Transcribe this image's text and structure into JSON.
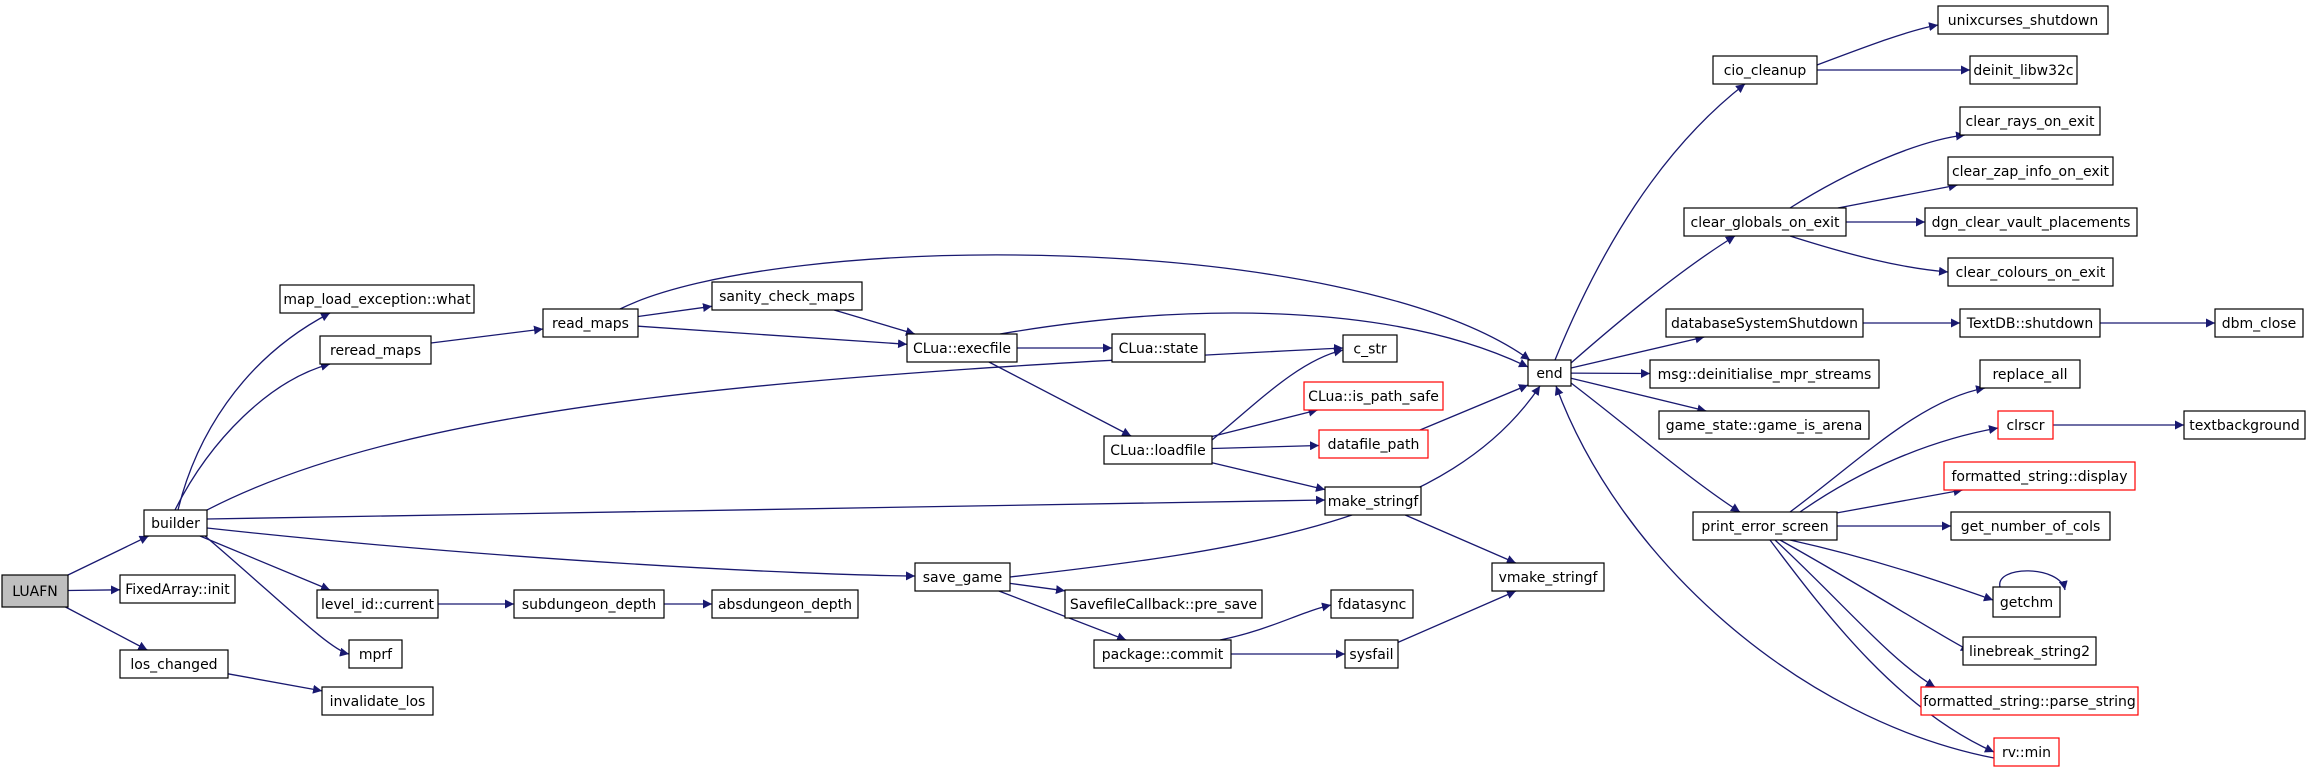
{
  "diagram": {
    "type": "call-graph",
    "nodes": [
      {
        "id": "LUAFN",
        "label": "LUAFN",
        "style": "root"
      },
      {
        "id": "builder",
        "label": "builder"
      },
      {
        "id": "fixedarray_init",
        "label": "FixedArray::init"
      },
      {
        "id": "los_changed",
        "label": "los_changed"
      },
      {
        "id": "invalidate_los",
        "label": "invalidate_los"
      },
      {
        "id": "map_load_exception_what",
        "label": "map_load_exception::what"
      },
      {
        "id": "reread_maps",
        "label": "reread_maps"
      },
      {
        "id": "read_maps",
        "label": "read_maps"
      },
      {
        "id": "sanity_check_maps",
        "label": "sanity_check_maps"
      },
      {
        "id": "clua_execfile",
        "label": "CLua::execfile"
      },
      {
        "id": "clua_state",
        "label": "CLua::state"
      },
      {
        "id": "clua_loadfile",
        "label": "CLua::loadfile"
      },
      {
        "id": "c_str",
        "label": "c_str"
      },
      {
        "id": "clua_is_path_safe",
        "label": "CLua::is_path_safe",
        "style": "red"
      },
      {
        "id": "datafile_path",
        "label": "datafile_path",
        "style": "red"
      },
      {
        "id": "make_stringf",
        "label": "make_stringf"
      },
      {
        "id": "vmake_stringf",
        "label": "vmake_stringf"
      },
      {
        "id": "save_game",
        "label": "save_game"
      },
      {
        "id": "savefilecallback_pre_save",
        "label": "SavefileCallback::pre_save"
      },
      {
        "id": "package_commit",
        "label": "package::commit"
      },
      {
        "id": "fdatasync",
        "label": "fdatasync"
      },
      {
        "id": "sysfail",
        "label": "sysfail"
      },
      {
        "id": "level_id_current",
        "label": "level_id::current"
      },
      {
        "id": "subdungeon_depth",
        "label": "subdungeon_depth"
      },
      {
        "id": "absdungeon_depth",
        "label": "absdungeon_depth"
      },
      {
        "id": "mprf",
        "label": "mprf"
      },
      {
        "id": "end",
        "label": "end"
      },
      {
        "id": "cio_cleanup",
        "label": "cio_cleanup"
      },
      {
        "id": "unixcurses_shutdown",
        "label": "unixcurses_shutdown"
      },
      {
        "id": "deinit_libw32c",
        "label": "deinit_libw32c"
      },
      {
        "id": "clear_globals_on_exit",
        "label": "clear_globals_on_exit"
      },
      {
        "id": "clear_rays_on_exit",
        "label": "clear_rays_on_exit"
      },
      {
        "id": "clear_zap_info_on_exit",
        "label": "clear_zap_info_on_exit"
      },
      {
        "id": "dgn_clear_vault_placements",
        "label": "dgn_clear_vault_placements"
      },
      {
        "id": "clear_colours_on_exit",
        "label": "clear_colours_on_exit"
      },
      {
        "id": "databasesystemshutdown",
        "label": "databaseSystemShutdown"
      },
      {
        "id": "textdb_shutdown",
        "label": "TextDB::shutdown"
      },
      {
        "id": "dbm_close",
        "label": "dbm_close"
      },
      {
        "id": "msg_deinit",
        "label": "msg::deinitialise_mpr_streams"
      },
      {
        "id": "game_state_is_arena",
        "label": "game_state::game_is_arena"
      },
      {
        "id": "print_error_screen",
        "label": "print_error_screen"
      },
      {
        "id": "replace_all",
        "label": "replace_all"
      },
      {
        "id": "clrscr",
        "label": "clrscr",
        "style": "red"
      },
      {
        "id": "textbackground",
        "label": "textbackground"
      },
      {
        "id": "fs_display",
        "label": "formatted_string::display",
        "style": "red"
      },
      {
        "id": "get_number_of_cols",
        "label": "get_number_of_cols"
      },
      {
        "id": "getchm",
        "label": "getchm"
      },
      {
        "id": "linebreak_string2",
        "label": "linebreak_string2"
      },
      {
        "id": "fs_parse_string",
        "label": "formatted_string::parse_string",
        "style": "red"
      },
      {
        "id": "rv_min",
        "label": "rv::min",
        "style": "red"
      }
    ],
    "edges": [
      [
        "LUAFN",
        "builder"
      ],
      [
        "LUAFN",
        "fixedarray_init"
      ],
      [
        "LUAFN",
        "los_changed"
      ],
      [
        "los_changed",
        "invalidate_los"
      ],
      [
        "builder",
        "map_load_exception_what"
      ],
      [
        "builder",
        "reread_maps"
      ],
      [
        "builder",
        "c_str"
      ],
      [
        "builder",
        "make_stringf"
      ],
      [
        "builder",
        "save_game"
      ],
      [
        "builder",
        "level_id_current"
      ],
      [
        "builder",
        "mprf"
      ],
      [
        "reread_maps",
        "read_maps"
      ],
      [
        "read_maps",
        "sanity_check_maps"
      ],
      [
        "read_maps",
        "clua_execfile"
      ],
      [
        "read_maps",
        "end"
      ],
      [
        "sanity_check_maps",
        "clua_execfile"
      ],
      [
        "clua_execfile",
        "clua_state"
      ],
      [
        "clua_execfile",
        "clua_loadfile"
      ],
      [
        "clua_execfile",
        "end"
      ],
      [
        "clua_loadfile",
        "c_str"
      ],
      [
        "clua_loadfile",
        "clua_is_path_safe"
      ],
      [
        "clua_loadfile",
        "datafile_path"
      ],
      [
        "clua_loadfile",
        "make_stringf"
      ],
      [
        "datafile_path",
        "end"
      ],
      [
        "make_stringf",
        "vmake_stringf"
      ],
      [
        "save_game",
        "end"
      ],
      [
        "save_game",
        "savefilecallback_pre_save"
      ],
      [
        "save_game",
        "package_commit"
      ],
      [
        "package_commit",
        "fdatasync"
      ],
      [
        "package_commit",
        "sysfail"
      ],
      [
        "sysfail",
        "vmake_stringf"
      ],
      [
        "level_id_current",
        "subdungeon_depth"
      ],
      [
        "subdungeon_depth",
        "absdungeon_depth"
      ],
      [
        "end",
        "cio_cleanup"
      ],
      [
        "end",
        "clear_globals_on_exit"
      ],
      [
        "end",
        "databasesystemshutdown"
      ],
      [
        "end",
        "msg_deinit"
      ],
      [
        "end",
        "game_state_is_arena"
      ],
      [
        "end",
        "print_error_screen"
      ],
      [
        "cio_cleanup",
        "unixcurses_shutdown"
      ],
      [
        "cio_cleanup",
        "deinit_libw32c"
      ],
      [
        "clear_globals_on_exit",
        "clear_rays_on_exit"
      ],
      [
        "clear_globals_on_exit",
        "clear_zap_info_on_exit"
      ],
      [
        "clear_globals_on_exit",
        "dgn_clear_vault_placements"
      ],
      [
        "clear_globals_on_exit",
        "clear_colours_on_exit"
      ],
      [
        "databasesystemshutdown",
        "textdb_shutdown"
      ],
      [
        "textdb_shutdown",
        "dbm_close"
      ],
      [
        "print_error_screen",
        "replace_all"
      ],
      [
        "print_error_screen",
        "clrscr"
      ],
      [
        "print_error_screen",
        "fs_display"
      ],
      [
        "print_error_screen",
        "get_number_of_cols"
      ],
      [
        "print_error_screen",
        "getchm"
      ],
      [
        "print_error_screen",
        "linebreak_string2"
      ],
      [
        "print_error_screen",
        "fs_parse_string"
      ],
      [
        "print_error_screen",
        "rv_min"
      ],
      [
        "clrscr",
        "textbackground"
      ],
      [
        "getchm",
        "getchm"
      ],
      [
        "rv_min",
        "end"
      ]
    ]
  }
}
